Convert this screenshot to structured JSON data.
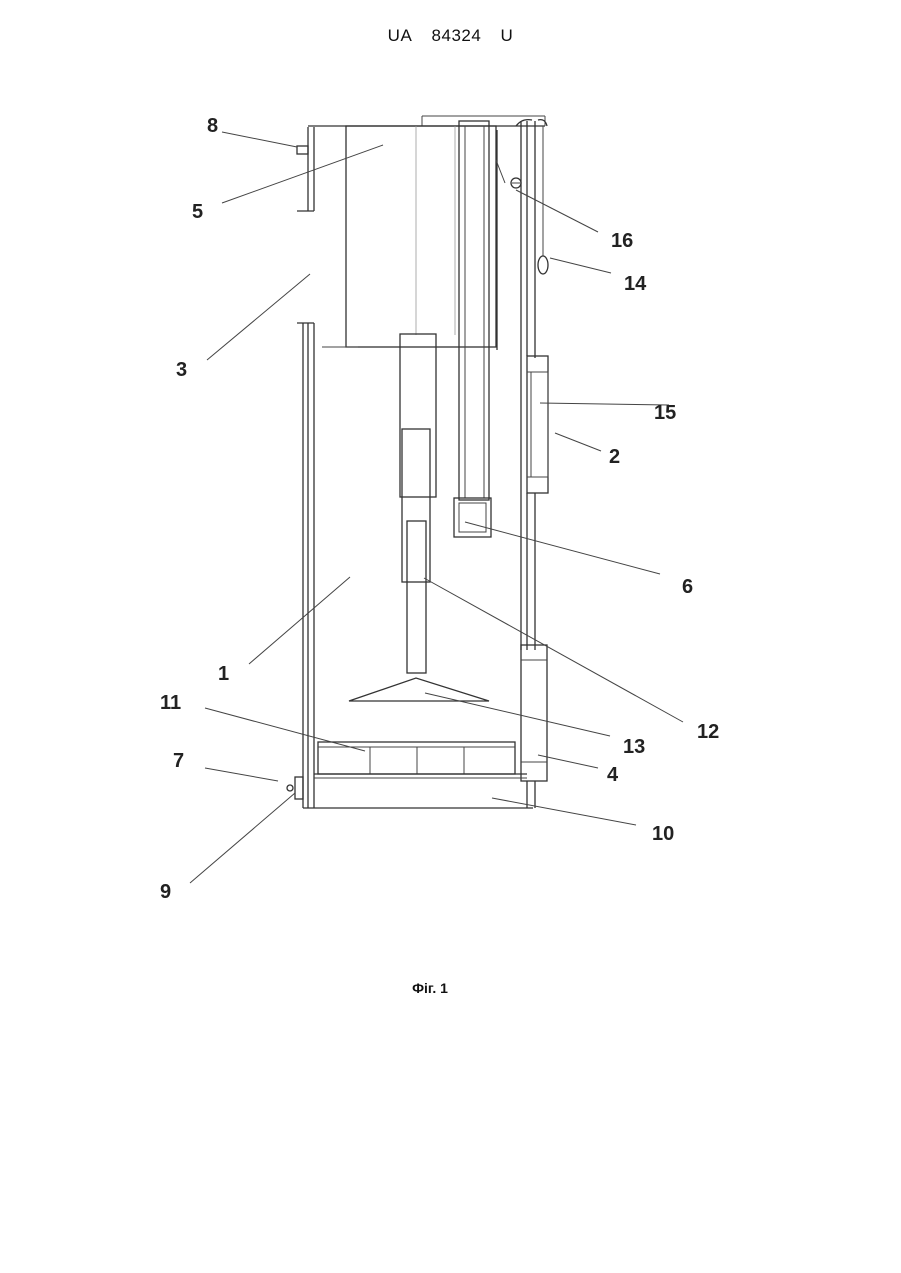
{
  "header": {
    "country": "UA",
    "number": "84324",
    "kind": "U"
  },
  "caption": "Фіг. 1",
  "labels": {
    "l1": "1",
    "l2": "2",
    "l3": "3",
    "l4": "4",
    "l5": "5",
    "l6": "6",
    "l7": "7",
    "l8": "8",
    "l9": "9",
    "l10": "10",
    "l11": "11",
    "l12": "12",
    "l13": "13",
    "l14": "14",
    "l15": "15",
    "l16": "16"
  }
}
